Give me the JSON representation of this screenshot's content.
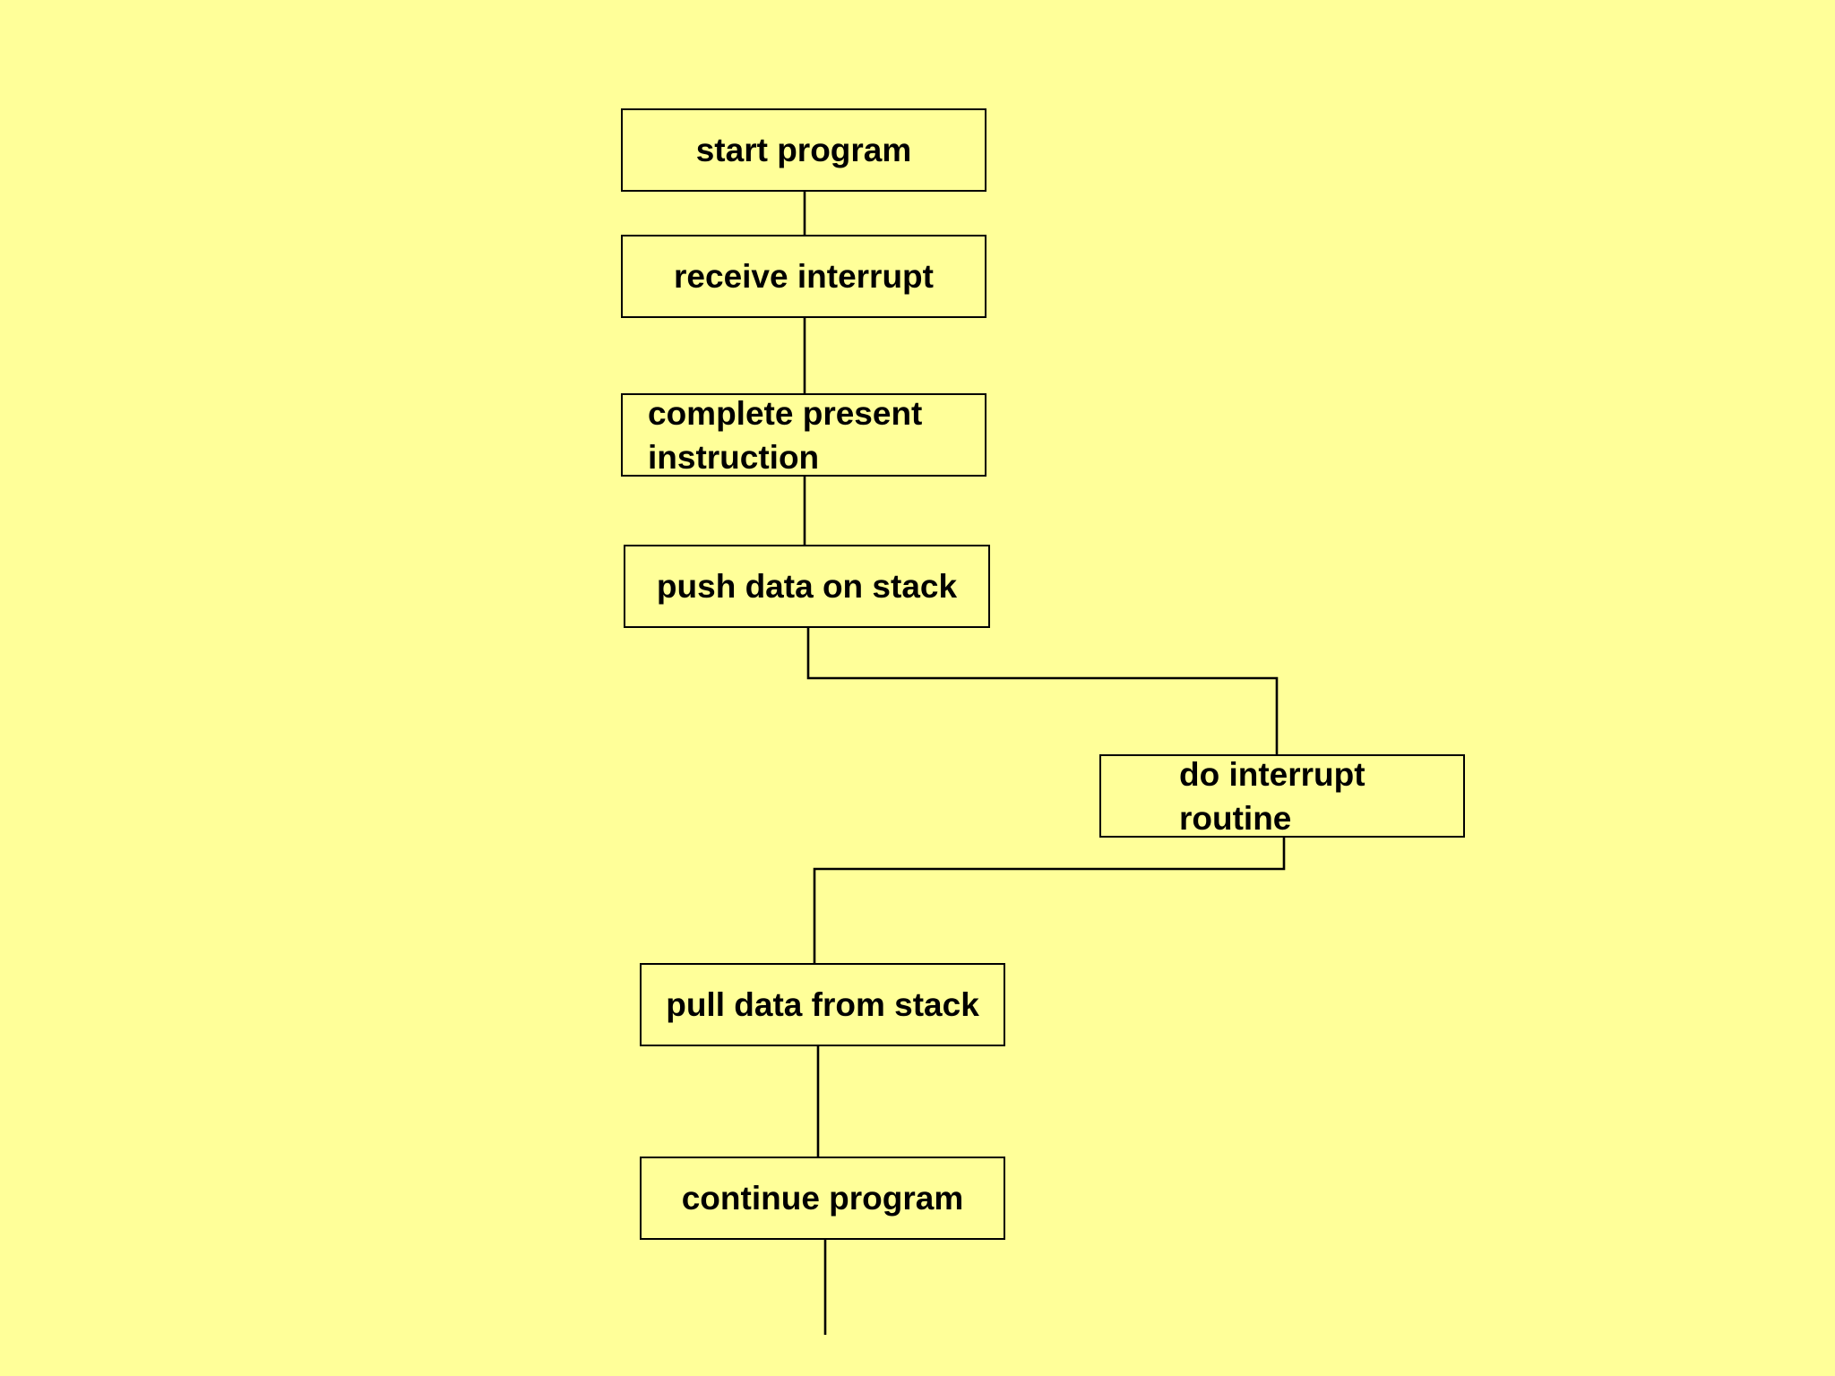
{
  "colors": {
    "background": "#FFFF99",
    "line": "#000000",
    "text": "#000000"
  },
  "steps": [
    {
      "id": "start",
      "label": "start program"
    },
    {
      "id": "receive",
      "label": "receive interrupt"
    },
    {
      "id": "complete",
      "label": "complete present\ninstruction"
    },
    {
      "id": "push",
      "label": "push data on stack"
    },
    {
      "id": "routine",
      "label": "do interrupt\nroutine"
    },
    {
      "id": "pull",
      "label": "pull data from stack"
    },
    {
      "id": "continue",
      "label": "continue program"
    }
  ]
}
